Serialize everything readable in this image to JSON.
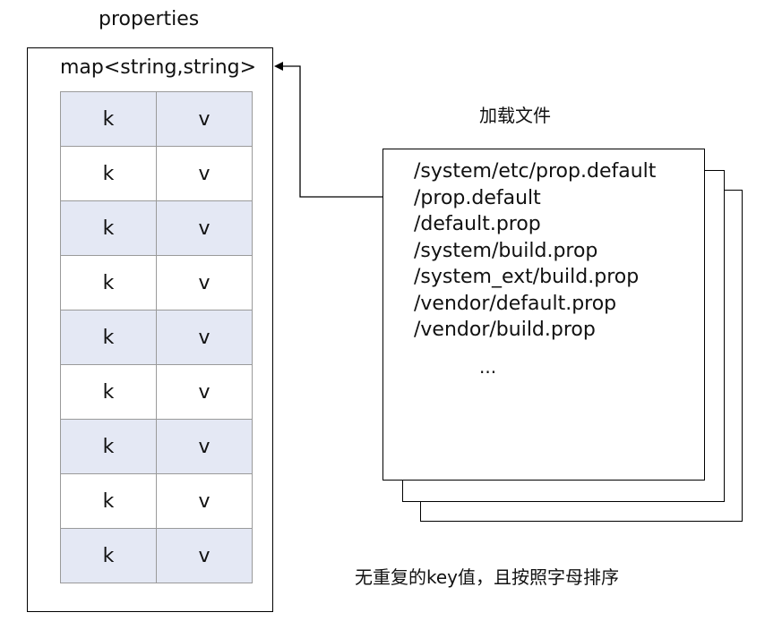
{
  "properties_title": "properties",
  "map_type": "map<string,string>",
  "rows": [
    {
      "k": "k",
      "v": "v"
    },
    {
      "k": "k",
      "v": "v"
    },
    {
      "k": "k",
      "v": "v"
    },
    {
      "k": "k",
      "v": "v"
    },
    {
      "k": "k",
      "v": "v"
    },
    {
      "k": "k",
      "v": "v"
    },
    {
      "k": "k",
      "v": "v"
    },
    {
      "k": "k",
      "v": "v"
    },
    {
      "k": "k",
      "v": "v"
    }
  ],
  "load_label": "加载文件",
  "files": [
    "/system/etc/prop.default",
    "/prop.default",
    "/default.prop",
    "/system/build.prop",
    "/system_ext/build.prop",
    "/vendor/default.prop",
    "/vendor/build.prop"
  ],
  "ellipsis": "...",
  "caption": "无重复的key值，且按照字母排序",
  "colors": {
    "shaded_row": "#e4e8f4",
    "cell_border": "#9a9a9a",
    "line": "#000000"
  }
}
